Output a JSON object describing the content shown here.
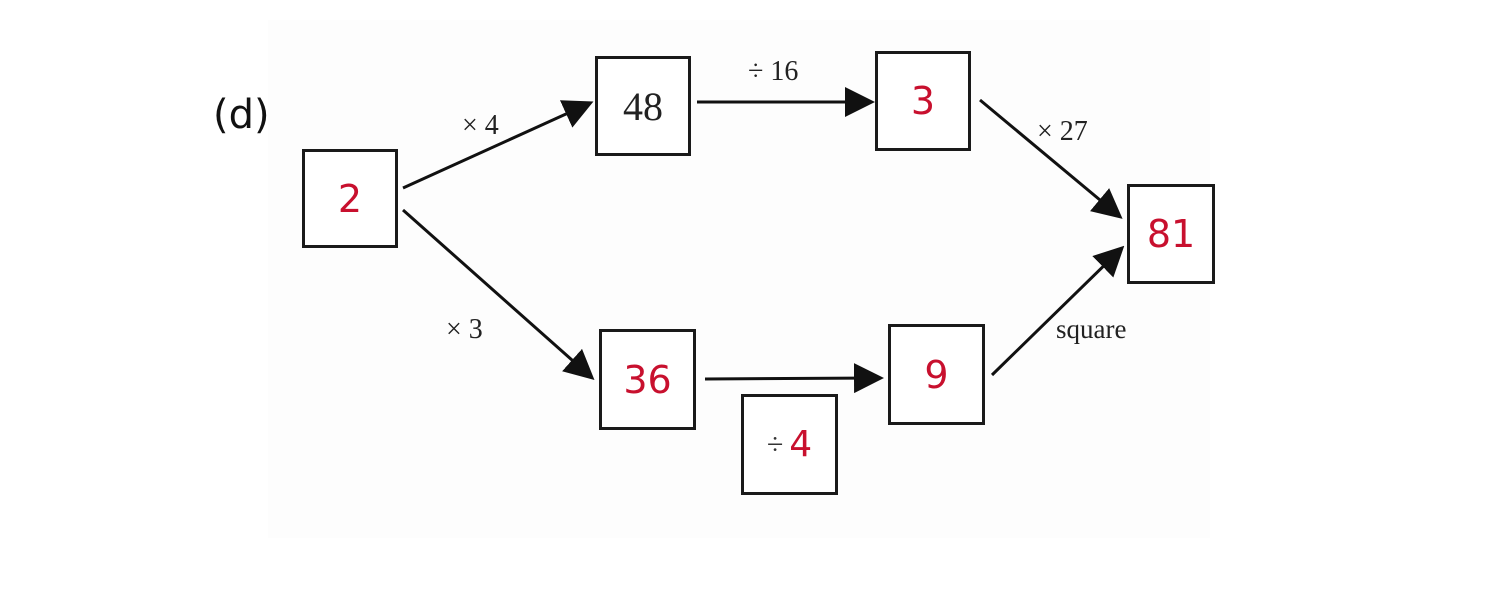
{
  "part_label": "(d)",
  "nodes": {
    "start": "2",
    "top_middle": "48",
    "top_right": "3",
    "end": "81",
    "bottom_middle": "36",
    "bottom_right": "9"
  },
  "operations": {
    "start_to_top": "× 4",
    "top_middle_to_right": "÷ 16",
    "top_right_to_end": "× 27",
    "start_to_bottom": "× 3",
    "bottom_middle_to_right_symbol": "÷",
    "bottom_middle_to_right_value": "4",
    "bottom_right_to_end": "square"
  },
  "colors": {
    "answer": "#c8102e",
    "stroke": "#1a1a1a"
  }
}
